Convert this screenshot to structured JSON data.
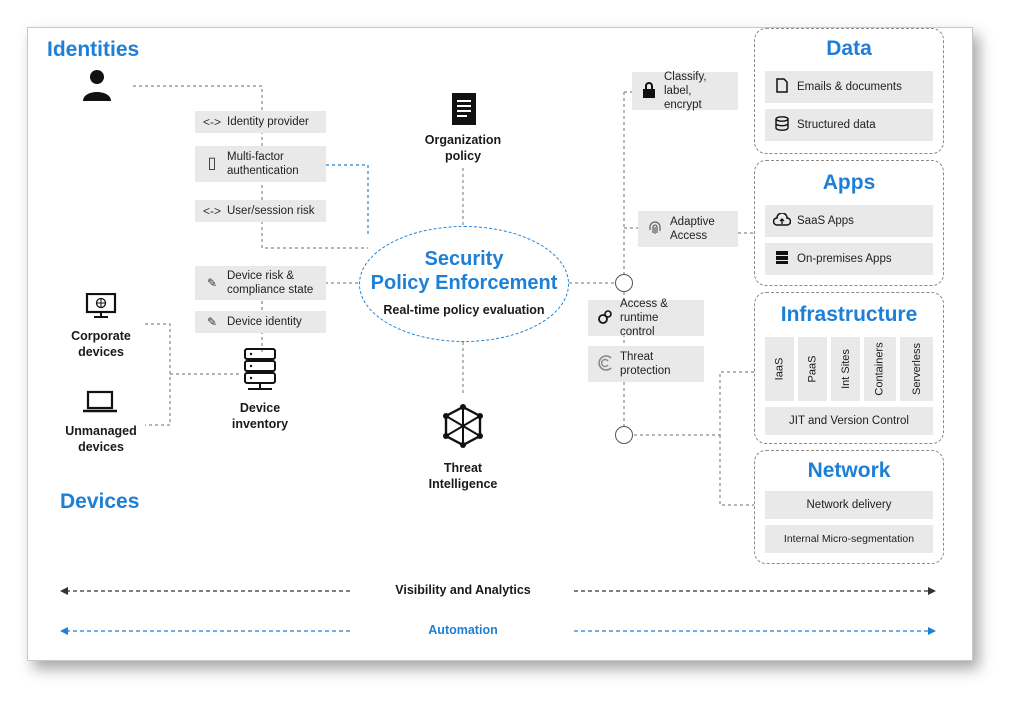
{
  "left": {
    "identities_title": "Identities",
    "devices_title": "Devices",
    "identity_items": [
      {
        "icon": "<->",
        "label": "Identity provider"
      },
      {
        "icon": "▯",
        "label": "Multi-factor authentication"
      },
      {
        "icon": "<->",
        "label": "User/session risk"
      }
    ],
    "device_items": [
      {
        "icon": "✎",
        "label": "Device risk & compliance state"
      },
      {
        "icon": "✎",
        "label": "Device identity"
      }
    ],
    "corporate_devices": "Corporate devices",
    "unmanaged_devices": "Unmanaged devices",
    "device_inventory": "Device inventory"
  },
  "center": {
    "org_policy": "Organization policy",
    "title_line1": "Security",
    "title_line2": "Policy Enforcement",
    "subtitle": "Real-time policy evaluation",
    "threat_intel": "Threat Intelligence"
  },
  "middle_right": {
    "classify": "Classify, label, encrypt",
    "adaptive": "Adaptive Access",
    "access_runtime": "Access & runtime control",
    "threat_protection": "Threat protection"
  },
  "panels": {
    "data": {
      "title": "Data",
      "items": [
        "Emails & documents",
        "Structured data"
      ]
    },
    "apps": {
      "title": "Apps",
      "items": [
        "SaaS Apps",
        "On-premises Apps"
      ]
    },
    "infrastructure": {
      "title": "Infrastructure",
      "columns": [
        "IaaS",
        "PaaS",
        "Int Sites",
        "Containers",
        "Serverless"
      ],
      "footer": "JIT and Version Control"
    },
    "network": {
      "title": "Network",
      "items": [
        "Network delivery",
        "Internal Micro-segmentation"
      ]
    }
  },
  "bottom": {
    "visibility": "Visibility and Analytics",
    "automation": "Automation"
  },
  "colors": {
    "accent": "#1e7fd6",
    "box": "#e9e9e9",
    "dash": "#8a8a8a"
  }
}
